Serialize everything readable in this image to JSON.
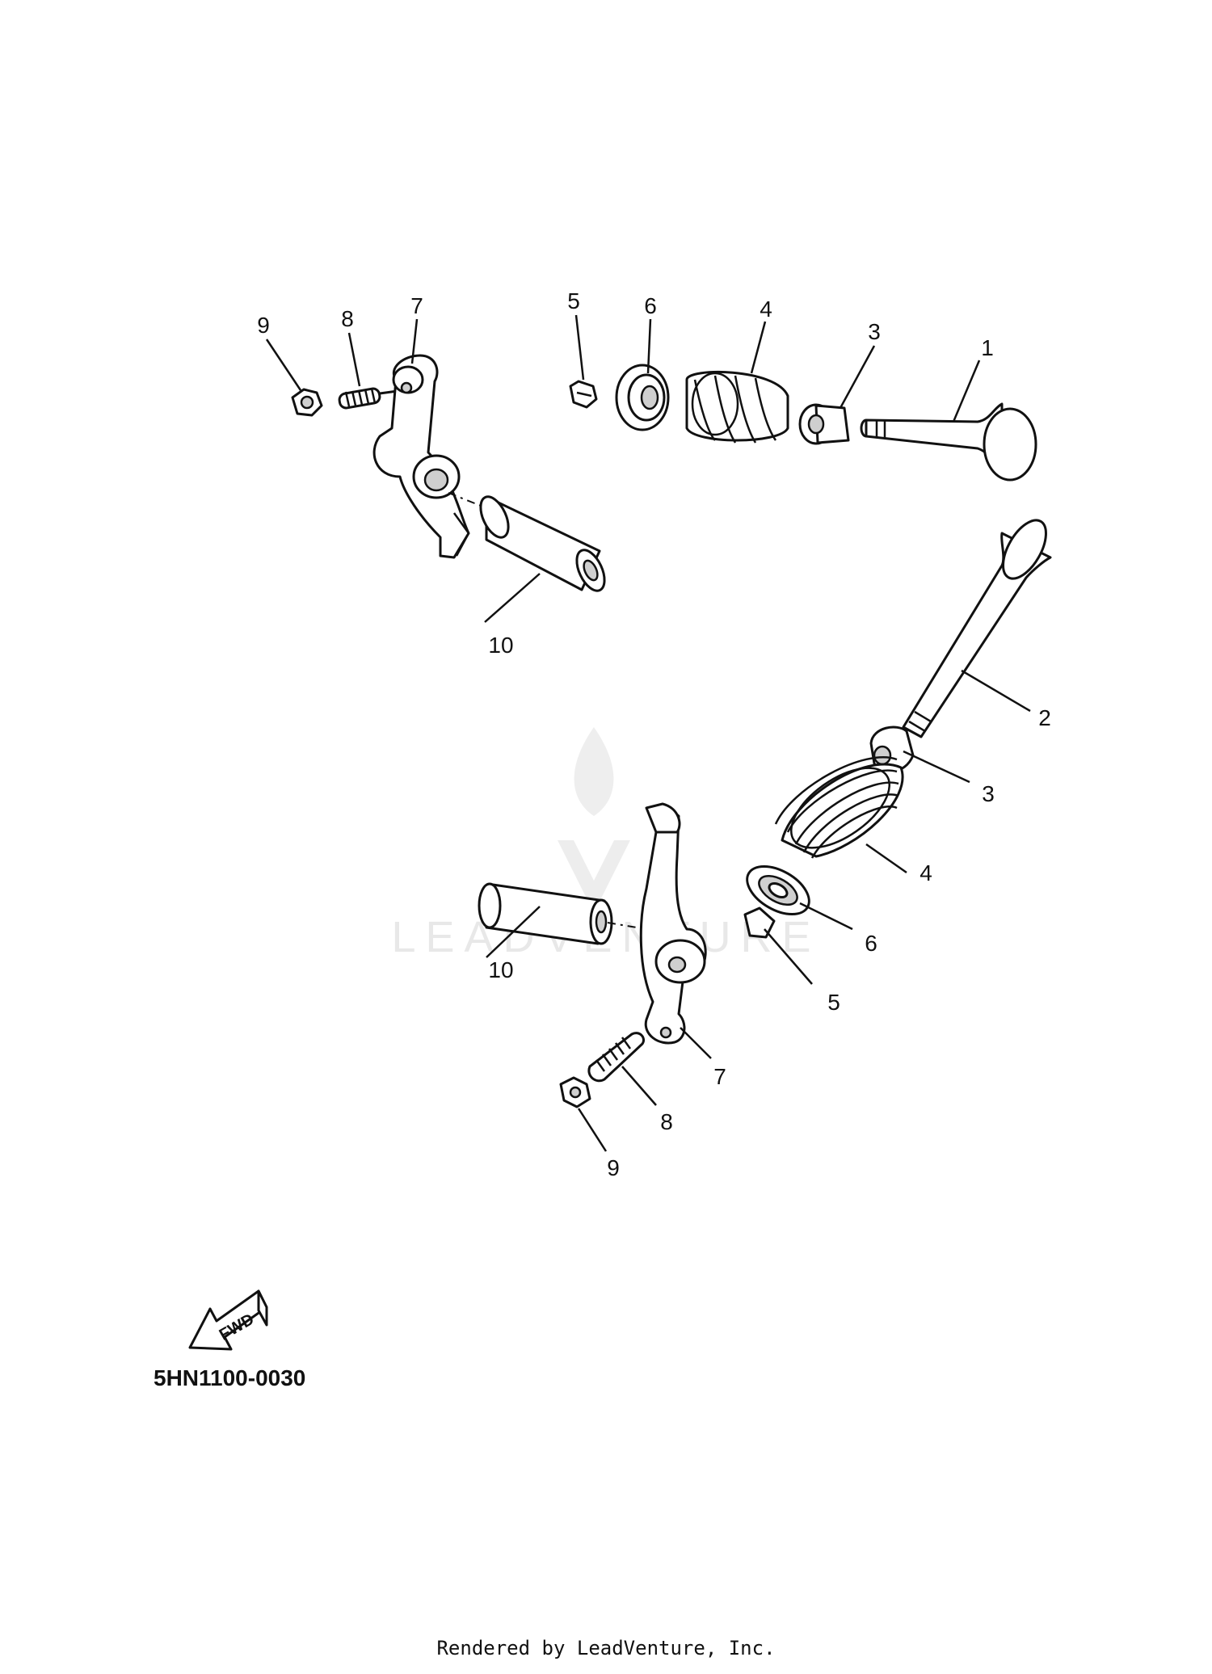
{
  "watermark": "LEADVENTURE",
  "callouts": {
    "upper": {
      "valve_1": "1",
      "seal_3": "3",
      "spring_4": "4",
      "cotter_5": "5",
      "retainer_6": "6",
      "rocker_arm_7": "7",
      "screw_8": "8",
      "nut_9": "9",
      "shaft_10": "10"
    },
    "lower": {
      "valve_2": "2",
      "seal_3": "3",
      "spring_4": "4",
      "cotter_5": "5",
      "retainer_6": "6",
      "rocker_arm_7": "7",
      "screw_8": "8",
      "nut_9": "9",
      "shaft_10": "10"
    }
  },
  "fwd_label": "FWD",
  "diagram_code": "5HN1100-0030",
  "footer": "Rendered by LeadVenture, Inc."
}
